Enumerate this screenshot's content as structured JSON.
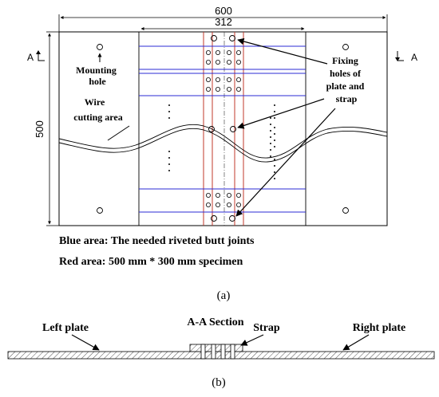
{
  "figure_a": {
    "dim_width": "600",
    "dim_specimen_width": "312",
    "dim_height": "500",
    "section_marker_left": "A",
    "section_marker_right": "A",
    "label_mounting": [
      "Mounting",
      "hole"
    ],
    "label_wire": [
      "Wire",
      "cutting area"
    ],
    "label_fixing": [
      "Fixing",
      "holes of",
      "plate and",
      "strap"
    ],
    "legend_blue": "Blue area: The needed riveted butt joints",
    "legend_red": "Red area: 500 mm * 300 mm specimen",
    "caption": "(a)",
    "colors": {
      "blue_area": "#2b2bd6",
      "red_area": "#c0392b"
    }
  },
  "figure_b": {
    "title": "A-A Section",
    "label_left_plate": "Left plate",
    "label_strap": "Strap",
    "label_right_plate": "Right plate",
    "caption": "(b)"
  }
}
